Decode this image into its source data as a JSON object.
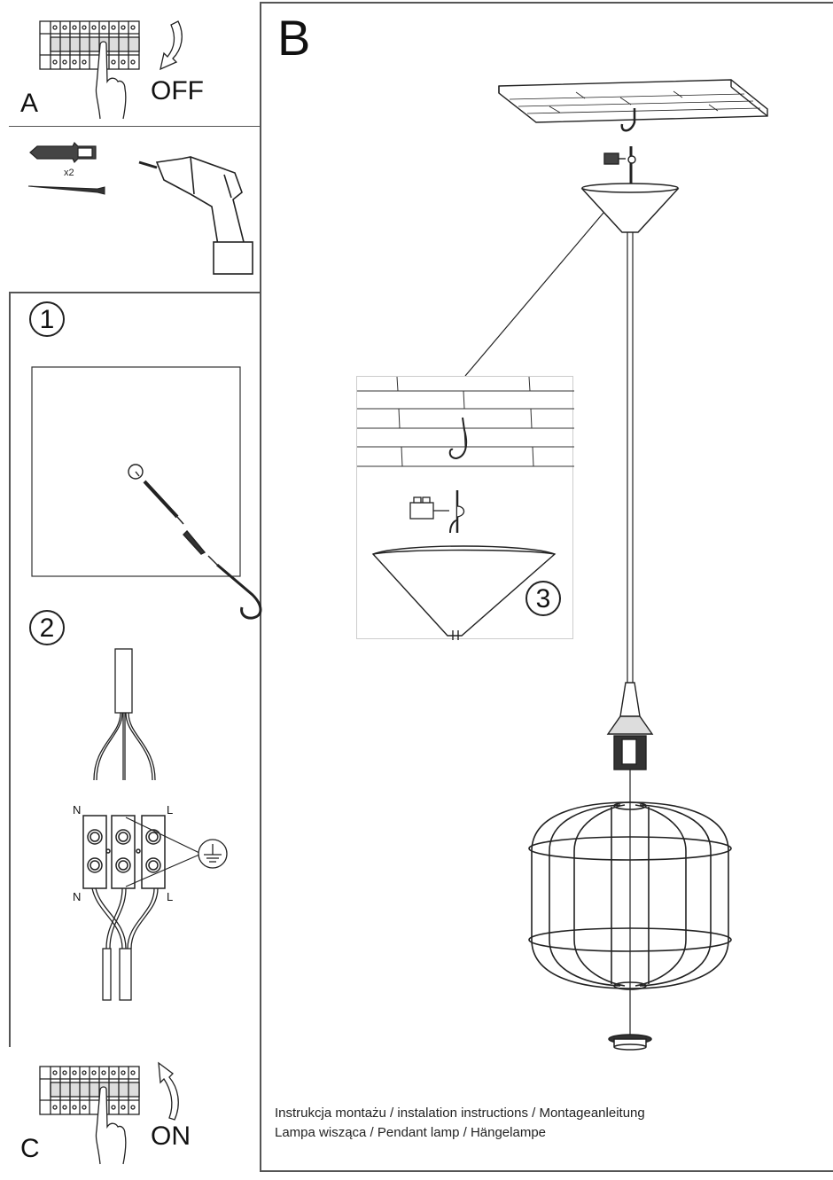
{
  "document": {
    "type": "assembly-instruction-sheet",
    "colors": {
      "line": "#222222",
      "frame": "#555555",
      "background": "#ffffff"
    }
  },
  "panel_a": {
    "letter": "A",
    "action_label": "OFF",
    "icons": [
      "circuit-breaker-icon",
      "hand-icon",
      "arrow-down-curved-icon"
    ]
  },
  "panel_tools": {
    "quantity_label": "x2",
    "icons": [
      "wall-plug-icon",
      "screw-icon",
      "drill-icon"
    ]
  },
  "step1": {
    "number": "1",
    "icons": [
      "ceiling-square-icon",
      "wall-plug-icon",
      "hook-icon"
    ]
  },
  "step2": {
    "number": "2",
    "labels": {
      "n_top": "N",
      "l_top": "L",
      "n_bottom": "N",
      "l_bottom": "L"
    },
    "icons": [
      "cable-icon",
      "terminal-block-icon",
      "ground-symbol-icon"
    ]
  },
  "panel_b": {
    "letter": "B",
    "icons": [
      "ceiling-plate-icon",
      "ceiling-hook-icon",
      "canopy-icon",
      "lamp-socket-icon",
      "cage-shade-icon",
      "shade-nut-icon"
    ]
  },
  "step3": {
    "number": "3",
    "icons": [
      "brick-ceiling-icon",
      "hook-icon",
      "canopy-icon",
      "cable-clamp-icon"
    ]
  },
  "panel_c": {
    "letter": "C",
    "action_label": "ON",
    "icons": [
      "circuit-breaker-icon",
      "hand-icon",
      "arrow-up-curved-icon"
    ]
  },
  "footer": {
    "line1": "Instrukcja montażu / instalation instructions / Montageanleitung",
    "line2": "Lampa wisząca / Pendant lamp / Hängelampe"
  }
}
